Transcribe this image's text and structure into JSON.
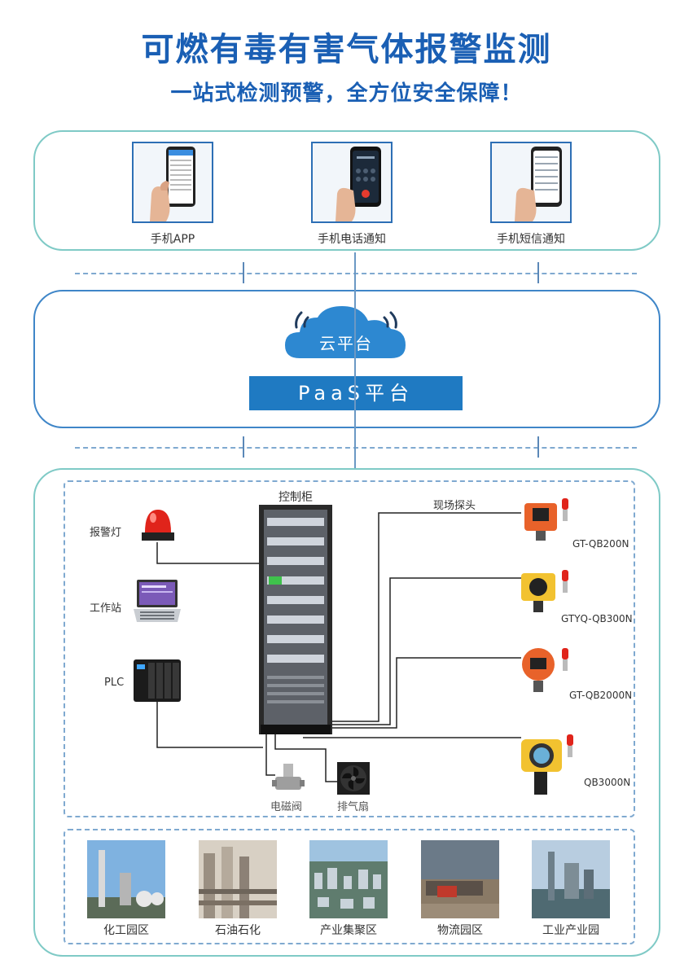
{
  "header": {
    "title": "可燃有毒有害气体报警监测",
    "subtitle": "一站式检测预警，全方位安全保障！"
  },
  "notify": {
    "items": [
      {
        "label": "手机APP"
      },
      {
        "label": "手机电话通知"
      },
      {
        "label": "手机短信通知"
      }
    ]
  },
  "platform": {
    "cloud_label": "云平台",
    "paas_label": "PaaS平台"
  },
  "system": {
    "cabinet_label": "控制柜",
    "probe_label": "现场探头",
    "alarm_light": "报警灯",
    "workstation": "工作站",
    "plc": "PLC",
    "valve": "电磁阀",
    "fan": "排气扇",
    "detectors": [
      {
        "model": "GT-QB200N"
      },
      {
        "model": "GTYQ-QB300N"
      },
      {
        "model": "GT-QB2000N"
      },
      {
        "model": "QB3000N"
      }
    ]
  },
  "applications": {
    "items": [
      {
        "label": "化工园区"
      },
      {
        "label": "石油石化"
      },
      {
        "label": "产业集聚区"
      },
      {
        "label": "物流园区"
      },
      {
        "label": "工业产业园"
      }
    ]
  },
  "colors": {
    "brand_blue": "#1a5fb4",
    "paas_blue": "#1f7ac2",
    "panel_teal": "#7fcac6",
    "detector_orange": "#e8622a",
    "detector_yellow": "#f2c230"
  }
}
